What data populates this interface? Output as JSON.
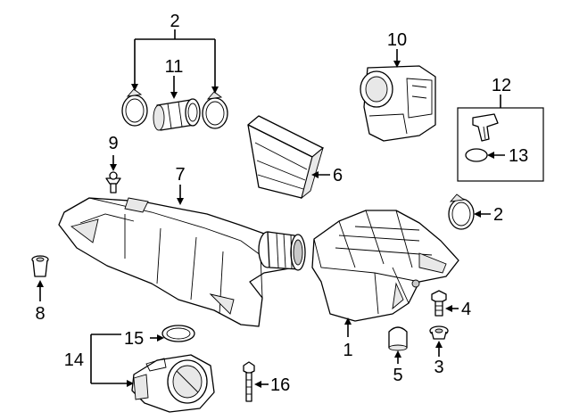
{
  "callouts": {
    "c1": "1",
    "c2_top": "2",
    "c2_right": "2",
    "c3": "3",
    "c4": "4",
    "c5": "5",
    "c6": "6",
    "c7": "7",
    "c8": "8",
    "c9": "9",
    "c10": "10",
    "c11": "11",
    "c12": "12",
    "c13": "13",
    "c14": "14",
    "c15": "15",
    "c16": "16"
  }
}
